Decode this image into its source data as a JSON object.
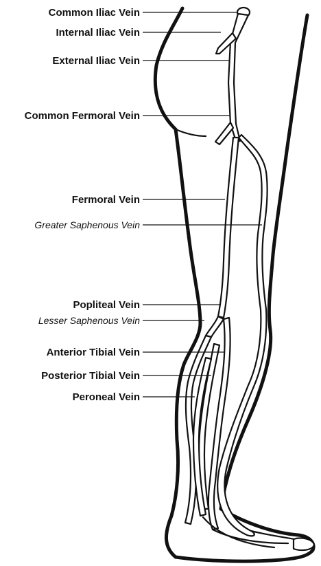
{
  "labels": [
    {
      "id": "common-iliac",
      "text": "Common Iliac Vein",
      "style": "bold"
    },
    {
      "id": "internal-iliac",
      "text": "Internal Iliac Vein",
      "style": "bold"
    },
    {
      "id": "external-iliac",
      "text": "External Iliac Vein",
      "style": "bold"
    },
    {
      "id": "common-femoral",
      "text": "Common Fermoral Vein",
      "style": "bold"
    },
    {
      "id": "femoral",
      "text": "Fermoral Vein",
      "style": "bold"
    },
    {
      "id": "greater-saphenous",
      "text": "Greater Saphenous Vein",
      "style": "italic"
    },
    {
      "id": "popliteal",
      "text": "Popliteal Vein",
      "style": "bold"
    },
    {
      "id": "lesser-saphenous",
      "text": "Lesser Saphenous Vein",
      "style": "italic"
    },
    {
      "id": "anterior-tibial",
      "text": "Anterior Tibial Vein",
      "style": "bold"
    },
    {
      "id": "posterior-tibial",
      "text": "Posterior Tibial Vein",
      "style": "bold"
    },
    {
      "id": "peroneal",
      "text": "Peroneal Vein",
      "style": "bold"
    }
  ],
  "colors": {
    "ink": "#111111",
    "background": "#ffffff"
  }
}
